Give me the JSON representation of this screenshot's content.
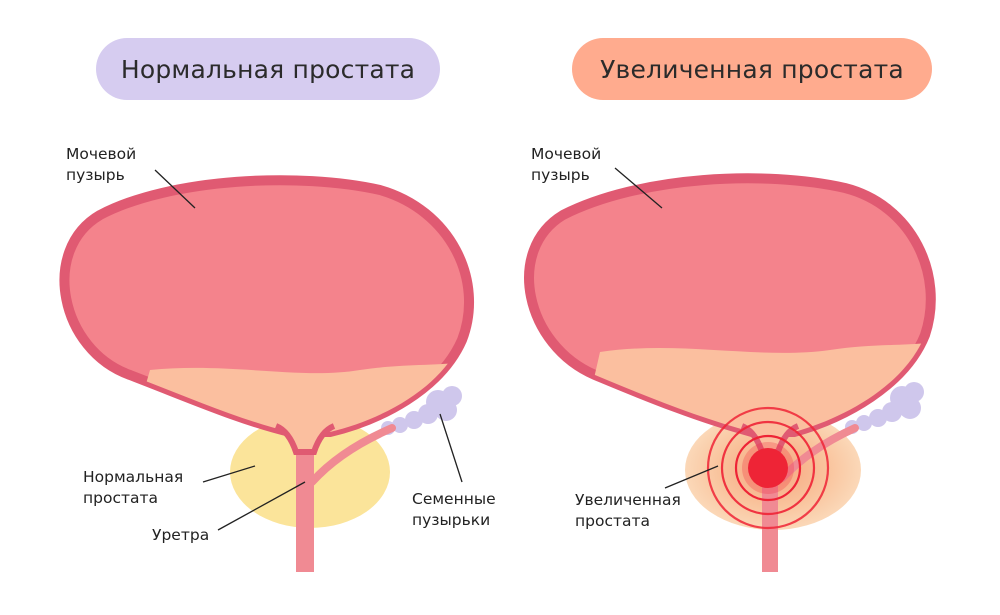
{
  "colors": {
    "normal_pill": "#d6ccf0",
    "enlarged_pill": "#ffab8e",
    "bladder_wall": "#e05a72",
    "bladder_fill": "#f4838c",
    "urine": "#fbbf9f",
    "urethra": "#f08a93",
    "normal_prostate": "#fbe49a",
    "enlarged_prostate": "#f9c59c",
    "seminal_vesicles": "#cfc7ec",
    "inflammation": "#ee2436"
  },
  "normal": {
    "title": "Нормальная простата",
    "bladder_label_line1": "Мочевой",
    "bladder_label_line2": "пузырь",
    "prostate_label_line1": "Нормальная",
    "prostate_label_line2": "простата",
    "urethra_label": "Уретра",
    "vesicles_label_line1": "Семенные",
    "vesicles_label_line2": "пузырьки"
  },
  "enlarged": {
    "title": "Увеличенная простата",
    "bladder_label_line1": "Мочевой",
    "bladder_label_line2": "пузырь",
    "prostate_label_line1": "Увеличенная",
    "prostate_label_line2": "простата"
  }
}
